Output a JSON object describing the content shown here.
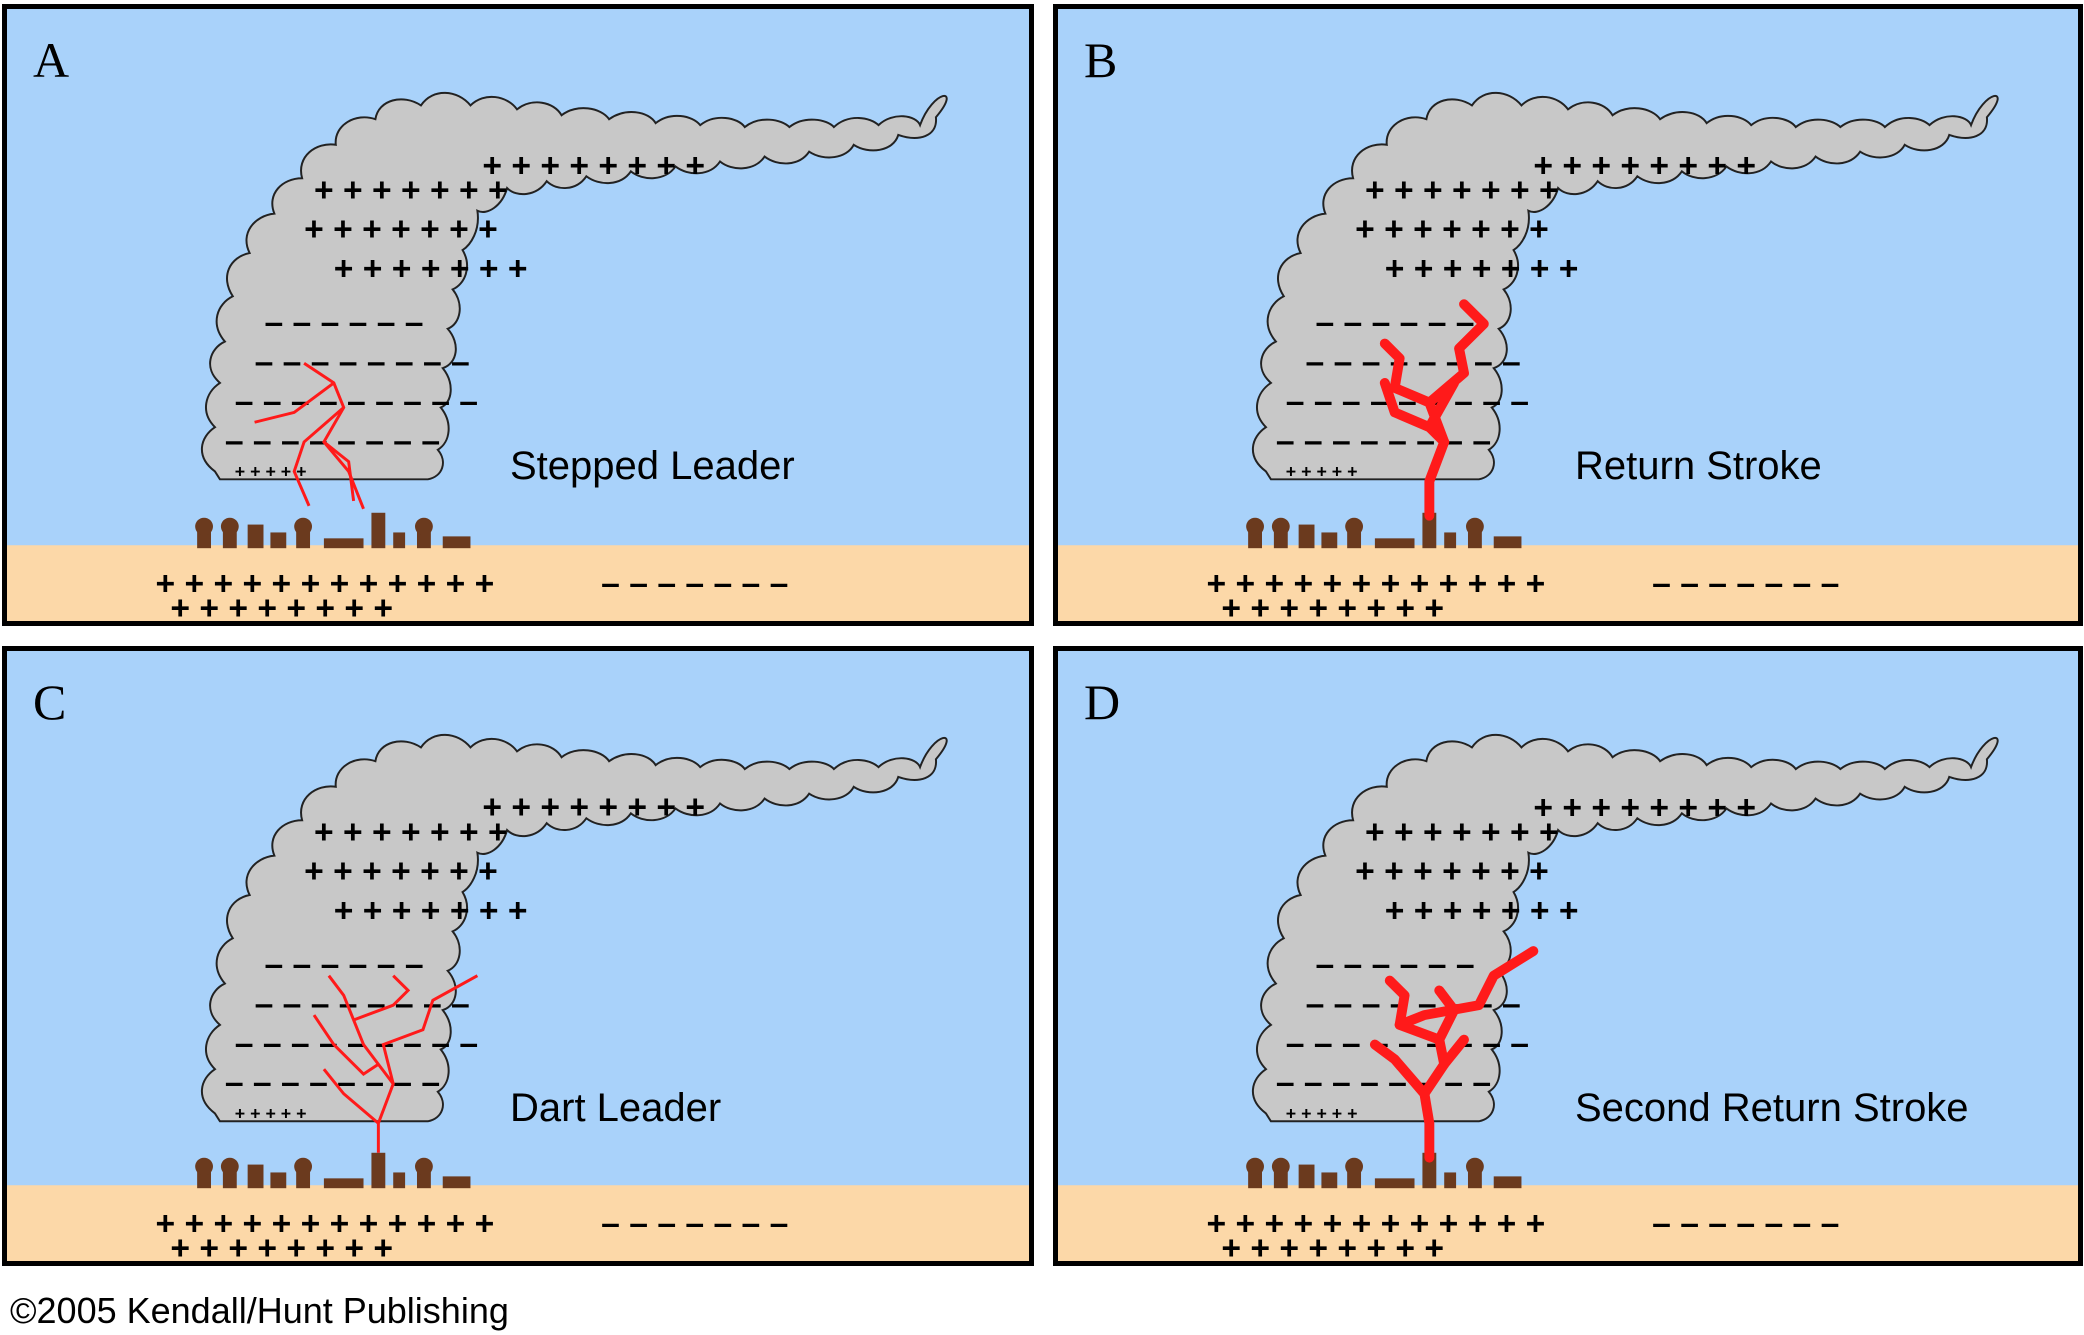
{
  "panels": [
    {
      "letter": "A",
      "caption": "Stepped Leader"
    },
    {
      "letter": "B",
      "caption": "Return Stroke"
    },
    {
      "letter": "C",
      "caption": "Dart Leader"
    },
    {
      "letter": "D",
      "caption": "Second Return Stroke"
    }
  ],
  "copyright": "©2005 Kendall/Hunt Publishing",
  "colors": {
    "sky": "#a9d2fa",
    "ground": "#fcd8a8",
    "cloud": "#c8c8c8",
    "lightning": "#ff1a1a",
    "buildings": "#6b3a1e"
  }
}
